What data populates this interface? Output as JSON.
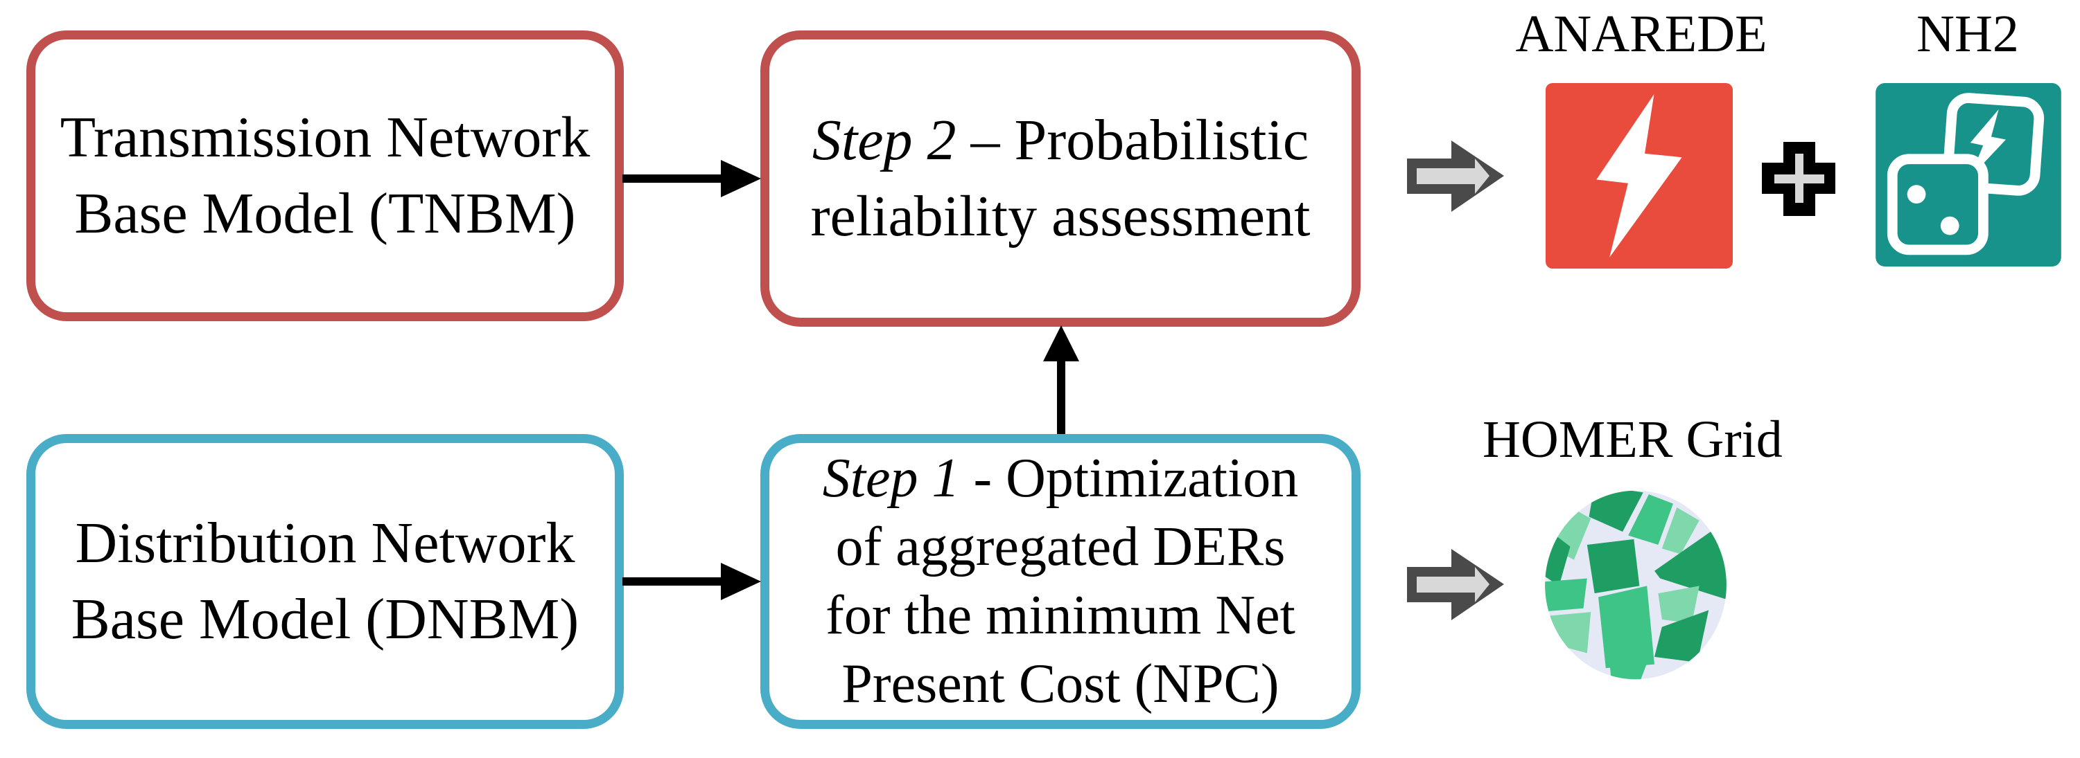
{
  "colors": {
    "box_red_border": "#c0504d",
    "box_blue_border": "#4aadc7",
    "arrow_black": "#000000",
    "block_arrow_outline": "#4a4a4a",
    "block_arrow_fill": "#d8d8d8",
    "plus_black": "#000000",
    "plus_gray": "#d8d8d8",
    "anarede_red": "#e94b3c",
    "nh2_teal": "#18938b",
    "globe_gap": "#e5e9f5",
    "globe_dark": "#1f9e63",
    "globe_mid": "#3ec487",
    "globe_light": "#7fd8ab",
    "icon_white": "#ffffff"
  },
  "boxes": {
    "tnbm": {
      "lines": [
        "Transmission Network",
        "Base Model (TNBM)"
      ]
    },
    "dnbm": {
      "lines": [
        "Distribution Network",
        "Base Model (DNBM)"
      ]
    },
    "step2": {
      "italic": "Step 2",
      "rest": " – Probabilistic",
      "line2": "reliability assessment"
    },
    "step1": {
      "italic": "Step 1",
      "rest": " - Optimization",
      "lines": [
        "of aggregated DERs",
        "for the minimum Net",
        "Present Cost (NPC)"
      ]
    }
  },
  "outputs": {
    "anarede": {
      "label": "ANAREDE",
      "icon": "lightning-bolt-icon"
    },
    "nh2": {
      "label": "NH2",
      "icon": "dice-lightning-icon"
    },
    "homer": {
      "label": "HOMER Grid",
      "icon": "mosaic-globe-icon"
    },
    "plus": {
      "icon": "plus-icon"
    },
    "result_arrow": {
      "icon": "right-block-arrow-icon"
    }
  }
}
